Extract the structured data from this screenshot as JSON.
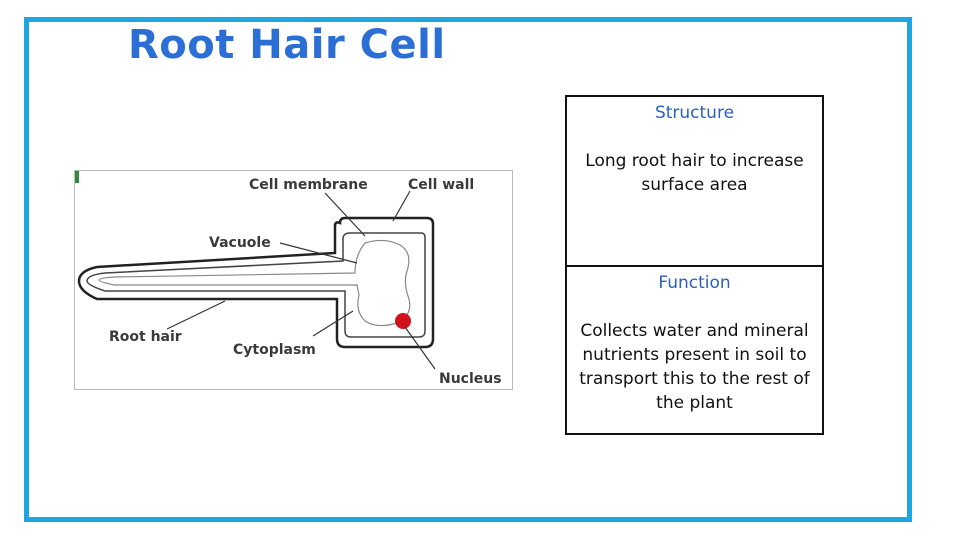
{
  "slide": {
    "title": "Root Hair Cell"
  },
  "diagram": {
    "labels": {
      "cell_membrane": "Cell membrane",
      "cell_wall": "Cell wall",
      "vacuole": "Vacuole",
      "root_hair": "Root hair",
      "cytoplasm": "Cytoplasm",
      "nucleus": "Nucleus"
    },
    "nucleus_color": "#d0121b"
  },
  "info_table": {
    "structure": {
      "heading": "Structure",
      "text": "Long root hair to increase surface area"
    },
    "function": {
      "heading": "Function",
      "text": "Collects water and mineral nutrients present in soil to transport this to the rest of the plant"
    }
  },
  "colors": {
    "frame_border": "#1ea6e0",
    "title": "#2b6fd6",
    "table_heading": "#2b5fbf"
  }
}
